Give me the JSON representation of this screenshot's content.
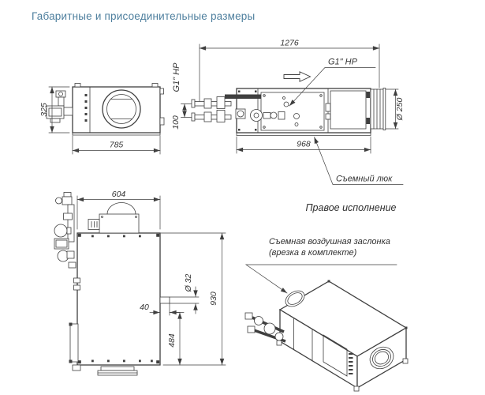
{
  "page": {
    "title": "Габаритные и присоединительные размеры"
  },
  "colors": {
    "title": "#4e7f9e",
    "line": "#3f3f3f",
    "text": "#333333",
    "background": "#ffffff"
  },
  "views": {
    "side": {
      "dim_height": "325",
      "dim_length": "785"
    },
    "top": {
      "dim_overall": "1276",
      "dim_hatch": "968",
      "dim_duct": "Ø 250",
      "dim_pipes": "100",
      "label_thread_side": "G1\" HP",
      "label_thread_top": "G1\" HP",
      "label_hatch": "Съемный люк"
    },
    "front": {
      "dim_width": "604",
      "dim_height": "930",
      "dim_drain_y": "484",
      "dim_drain_x": "40",
      "dim_drain_d": "Ø 32"
    },
    "iso": {
      "heading": "Правое исполнение",
      "label_damper_1": "Съемная воздушная заслонка",
      "label_damper_2": "(врезка в комплекте)"
    }
  }
}
